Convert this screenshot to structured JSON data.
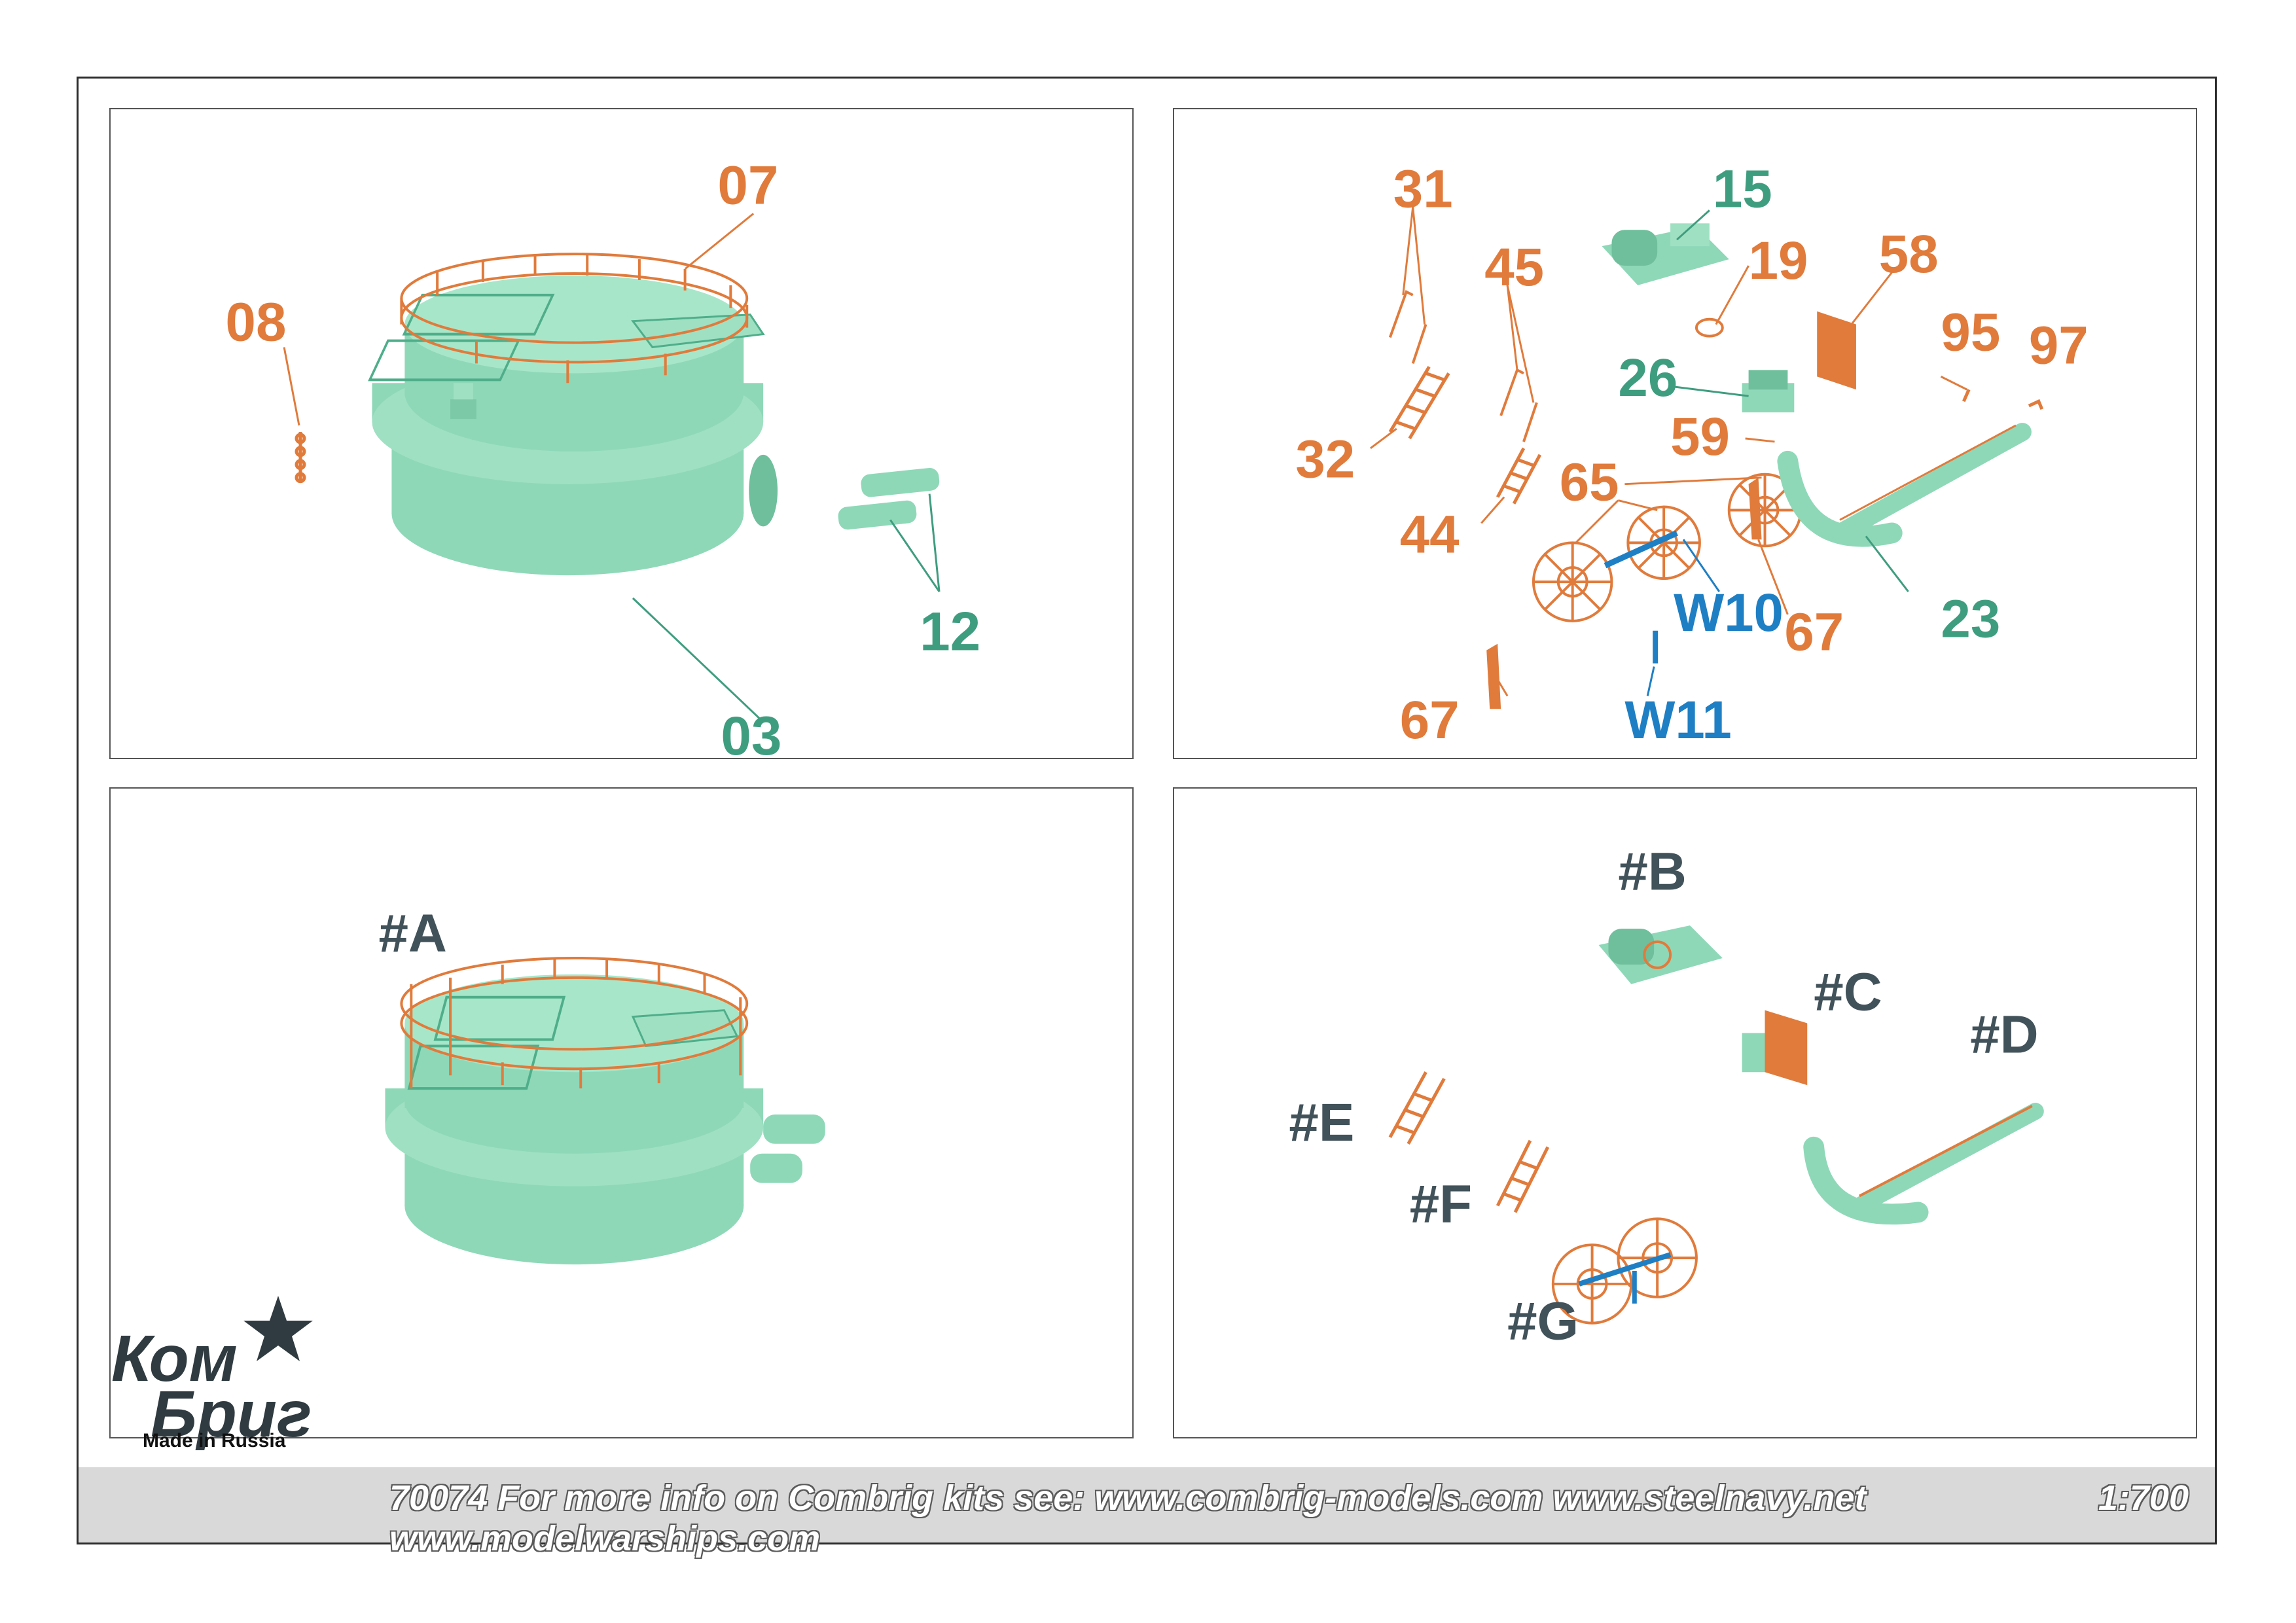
{
  "labels": {
    "p1": {
      "l07": "07",
      "l08": "08",
      "l12": "12",
      "l03": "03"
    },
    "p2": {
      "l31": "31",
      "l15": "15",
      "l45": "45",
      "l19": "19",
      "l58": "58",
      "l26": "26",
      "l95": "95",
      "l97": "97",
      "l32": "32",
      "l59": "59",
      "l65": "65",
      "l44": "44",
      "lW10": "W10",
      "l67a": "67",
      "l23": "23",
      "lW11": "W11",
      "l67b": "67"
    },
    "p3": {
      "lA": "#A"
    },
    "p4": {
      "lB": "#B",
      "lC": "#C",
      "lD": "#D",
      "lE": "#E",
      "lF": "#F",
      "lG": "#G"
    }
  },
  "footer": {
    "info": "70074 For more info on Combrig kits see: www.combrig-models.com www.steelnavy.net www.modelwarships.com",
    "scale": "1:700"
  },
  "logo": {
    "line1": "Ком",
    "line2": "Бриг",
    "made": "Made in Russia"
  },
  "colors": {
    "orange": "#e07b3c",
    "green": "#3f9d7f",
    "resin": "#8ed8b8",
    "blue": "#1f7fc4",
    "slate": "#42525a"
  }
}
